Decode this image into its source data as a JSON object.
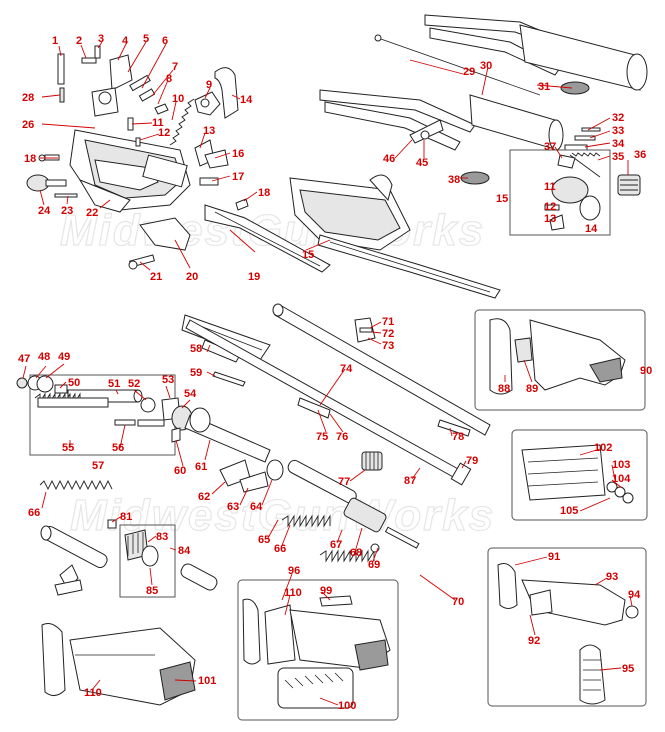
{
  "watermark": "MidwestGunWorks",
  "callouts": {
    "c1": "1",
    "c2": "2",
    "c3": "3",
    "c4": "4",
    "c5": "5",
    "c6": "6",
    "c7": "7",
    "c8": "8",
    "c9": "9",
    "c10": "10",
    "c11": "11",
    "c12": "12",
    "c13": "13",
    "c14": "14",
    "c15": "15",
    "c16": "16",
    "c17": "17",
    "c18": "18",
    "c19": "19",
    "c20": "20",
    "c21": "21",
    "c22": "22",
    "c23": "23",
    "c24": "24",
    "c26": "26",
    "c28": "28",
    "c29": "29",
    "c30": "30",
    "c31": "31",
    "c32": "32",
    "c33": "33",
    "c34": "34",
    "c35": "35",
    "c36": "36",
    "c37": "37",
    "c38": "38",
    "c45": "45",
    "c46": "46",
    "c47": "47",
    "c48": "48",
    "c49": "49",
    "c50": "50",
    "c51": "51",
    "c52": "52",
    "c53": "53",
    "c54": "54",
    "c55": "55",
    "c56": "56",
    "c57": "57",
    "c58": "58",
    "c59": "59",
    "c60": "60",
    "c61": "61",
    "c62": "62",
    "c63": "63",
    "c64": "64",
    "c65": "65",
    "c66": "66",
    "c67": "67",
    "c68": "68",
    "c69": "69",
    "c70": "70",
    "c71": "71",
    "c72": "72",
    "c73": "73",
    "c74": "74",
    "c75": "75",
    "c76": "76",
    "c77": "77",
    "c78": "78",
    "c79": "79",
    "c81": "81",
    "c83": "83",
    "c84": "84",
    "c85": "85",
    "c87": "87",
    "c88": "88",
    "c89": "89",
    "c90": "90",
    "c91": "91",
    "c92": "92",
    "c93": "93",
    "c94": "94",
    "c95": "95",
    "c96": "96",
    "c99": "99",
    "c100": "100",
    "c101": "101",
    "c102": "102",
    "c103": "103",
    "c104": "104",
    "c105": "105",
    "c110": "110"
  }
}
